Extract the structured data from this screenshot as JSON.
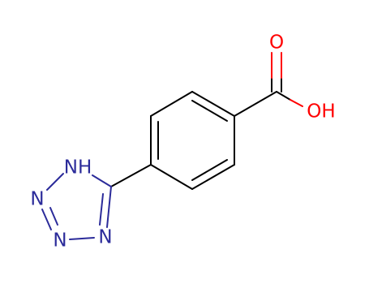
{
  "molecule": {
    "atoms": [
      {
        "id": "O1",
        "label": "O"
      },
      {
        "id": "OH",
        "label": "OH"
      },
      {
        "id": "NH",
        "label": "NH"
      },
      {
        "id": "N2",
        "label": "N"
      },
      {
        "id": "N3",
        "label": "N"
      },
      {
        "id": "N4",
        "label": "N"
      }
    ],
    "colors": {
      "bond": "#000000",
      "oxygen": "#ff0000",
      "nitrogen": "#2b2b9a"
    }
  }
}
